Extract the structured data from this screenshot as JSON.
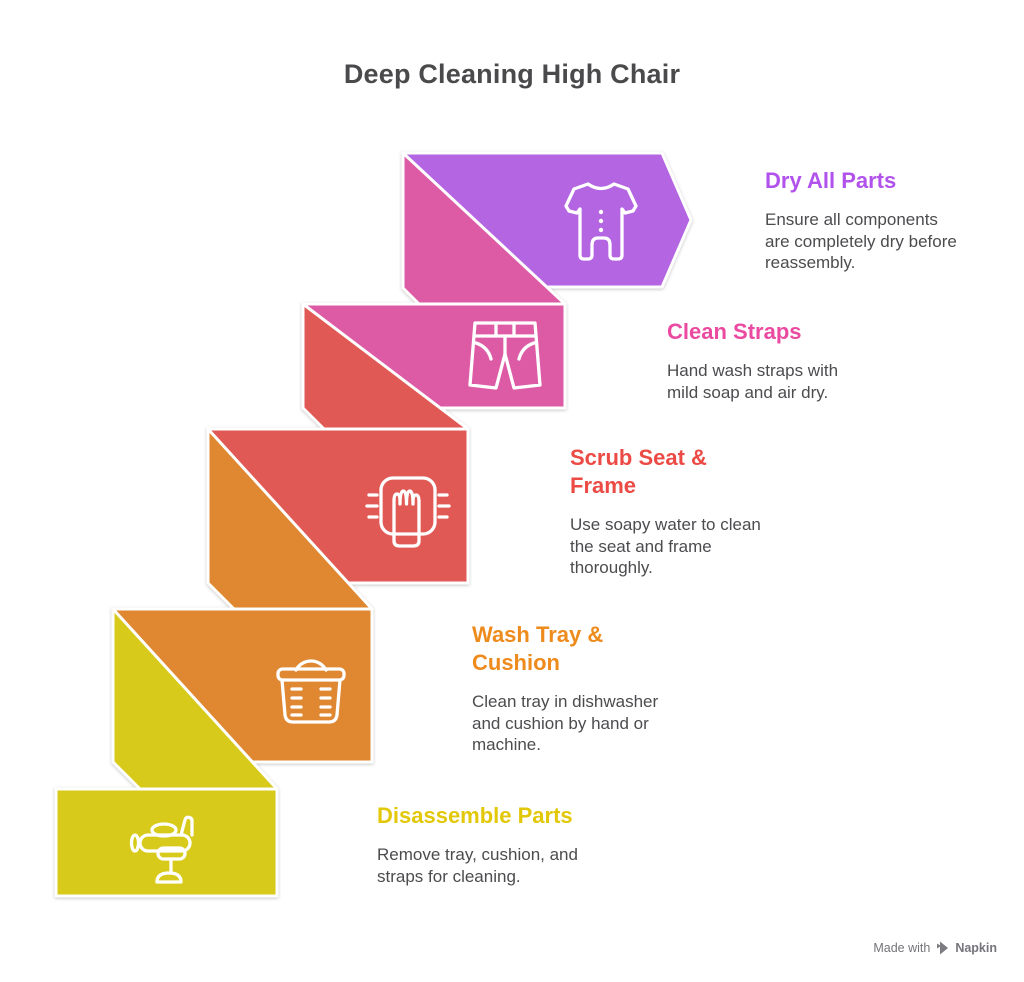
{
  "page_title": "Deep Cleaning High Chair",
  "steps": [
    {
      "name": "dry-all-parts",
      "title": "Dry All Parts",
      "description": "Ensure all components\nare completely dry before\nreassembly.",
      "color": "#b365e2",
      "title_color": "#b252ec",
      "icon": "baby-onesie-icon"
    },
    {
      "name": "clean-straps",
      "title": "Clean Straps",
      "description": "Hand wash straps with\nmild soap and air dry.",
      "color": "#dc5ba4",
      "title_color": "#ea4aa0",
      "icon": "shorts-icon"
    },
    {
      "name": "scrub-seat-frame",
      "title": "Scrub Seat &\nFrame",
      "description": "Use soapy water to clean\nthe seat and frame\nthoroughly.",
      "color": "#e15955",
      "title_color": "#ec4b45",
      "icon": "scrub-hand-icon"
    },
    {
      "name": "wash-tray-cushion",
      "title": "Wash Tray &\nCushion",
      "description": "Clean tray in dishwasher\nand cushion by hand or\nmachine.",
      "color": "#df8731",
      "title_color": "#ee8b1d",
      "icon": "laundry-basket-icon"
    },
    {
      "name": "disassemble-parts",
      "title": "Disassemble Parts",
      "description": "Remove tray, cushion, and\nstraps for cleaning.",
      "color": "#d7ca1b",
      "title_color": "#e2c808",
      "icon": "toy-plane-icon"
    }
  ],
  "text_colors": {
    "heading": "#4a4a4c",
    "body": "#4c4c4f",
    "footer": "#74747a"
  },
  "footer": {
    "made_with": "Made with",
    "brand": "Napkin"
  }
}
